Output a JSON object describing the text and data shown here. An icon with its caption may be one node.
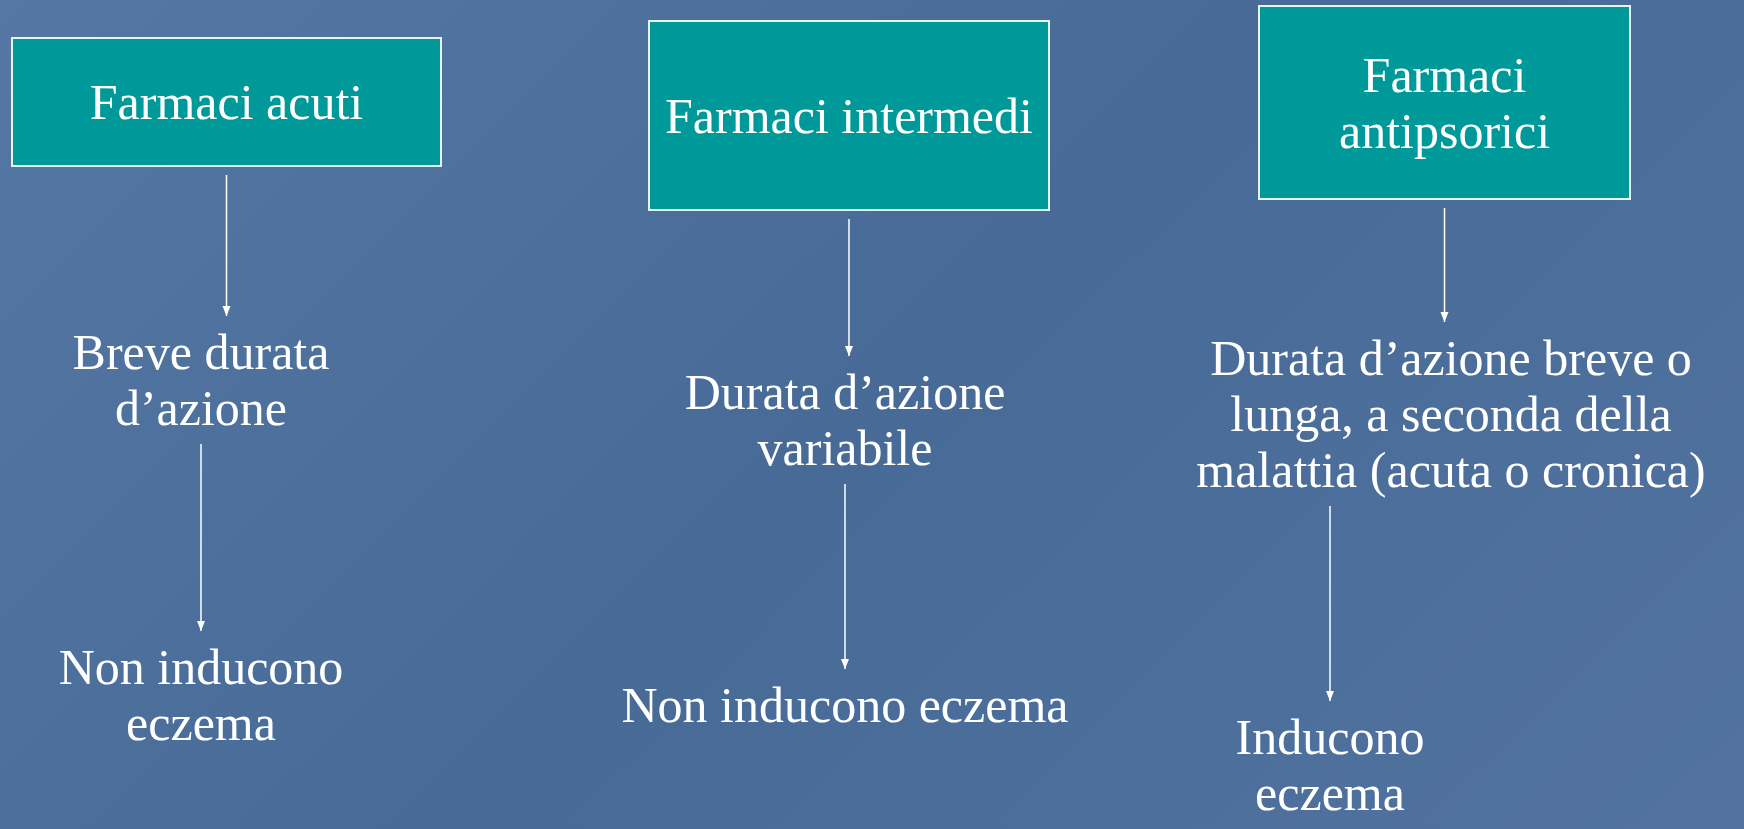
{
  "diagram": {
    "nodes": [
      {
        "text": [
          "Farmaci acuti"
        ]
      },
      {
        "text": [
          "Breve durata d’azione"
        ]
      },
      {
        "text": [
          "Non inducono eczema"
        ]
      },
      {
        "text": [
          "Farmaci intermedi"
        ]
      },
      {
        "text": [
          "Durata d’azione variabile"
        ]
      },
      {
        "text": [
          "Non inducono eczema"
        ]
      },
      {
        "text": [
          "Farmaci antipsorici"
        ]
      },
      {
        "text": [
          "Durata d’azione breve o lunga, a seconda della malattia (acuta o cronica)"
        ]
      },
      {
        "text": [
          "Inducono eczema"
        ]
      }
    ],
    "edges": [
      {
        "from": 0,
        "to": 1,
        "arrow": "to"
      },
      {
        "from": 1,
        "to": 2,
        "arrow": "to"
      },
      {
        "from": 3,
        "to": 4,
        "arrow": "to"
      },
      {
        "from": 4,
        "to": 5,
        "arrow": "to"
      },
      {
        "from": 6,
        "to": 7,
        "arrow": "to"
      },
      {
        "from": 7,
        "to": 8,
        "arrow": "to"
      }
    ]
  }
}
